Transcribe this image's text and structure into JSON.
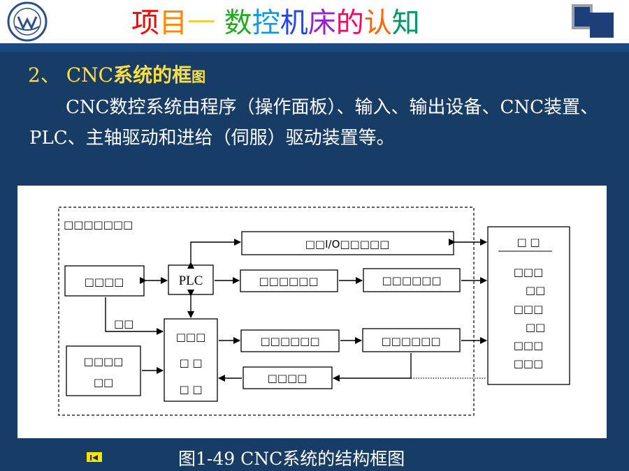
{
  "header": {
    "title": "项目一 数控机床的认知",
    "title_colors": [
      "#ff0000",
      "#ff8800",
      "#ffd400",
      "#22aa22",
      "#00a0e0",
      "#2244ff",
      "#9922cc",
      "#ff0066",
      "#ff6600",
      "#009966"
    ]
  },
  "section": {
    "number": "2、",
    "title_latin": "CNC",
    "title_bold": "系统的框",
    "title_small": "图"
  },
  "paragraph": "CNC数控系统由程序（操作面板）、输入、输出设备、CNC装置、PLC、主轴驱动和进给（伺服）驱动装置等。",
  "diagram": {
    "container_label": "□□□□□□□",
    "io_box": "□□I/O□□□□□",
    "left_box": "□□□□",
    "plc_box": "PLC",
    "spindle_box1": "□□□□□□",
    "spindle_box2": "□□□□□□",
    "feed_box1": "□□□□□□",
    "feed_box2": "□□□□□□",
    "feedback_box": "□□□□",
    "small_label": "□□",
    "bottom_left_line1": "□□□□",
    "bottom_left_line2": "□□",
    "cnc_row1": "□□□",
    "cnc_row2": "□  □",
    "cnc_row3": "□  □",
    "machine_title": "□  □",
    "machine_rows": [
      "□□□",
      "□□",
      "□□□",
      "□□",
      "□□□",
      "□□□"
    ]
  },
  "caption": "图1-49  CNC系统的结构框图",
  "colors": {
    "background": "#173c66",
    "section_title": "#ffe040",
    "body_text": "#ffffff",
    "back_button": "#f7e200"
  },
  "icons": {
    "logo": "university-logo-icon",
    "header_mark": "blue-squares-icon",
    "back": "skip-back-icon"
  }
}
